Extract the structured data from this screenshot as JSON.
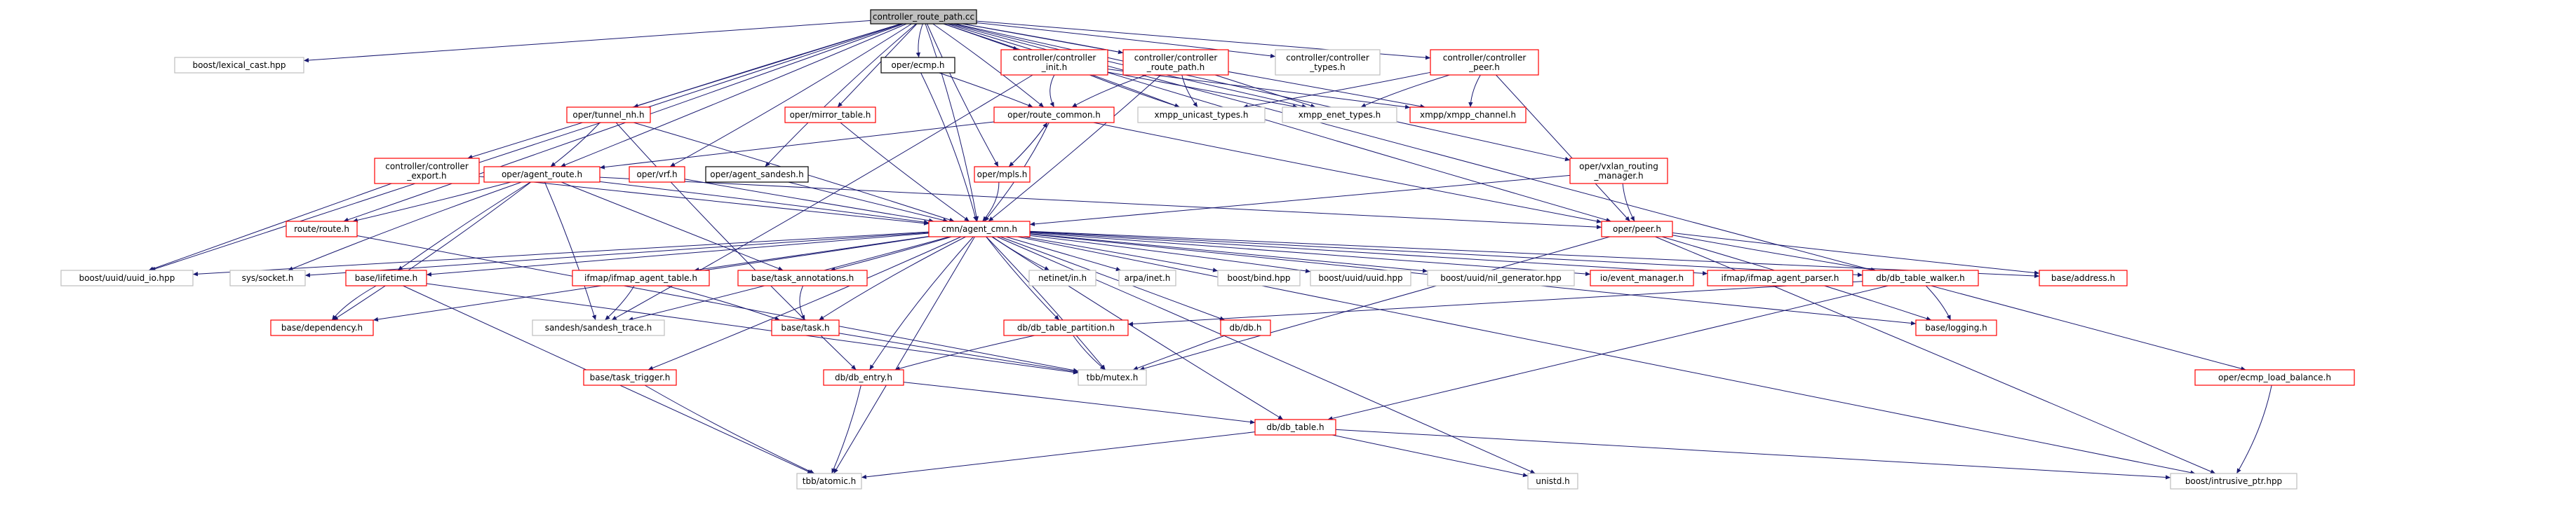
{
  "colors": {
    "root_fill": "#bfbfbf",
    "root_stroke": "#000000",
    "linked_stroke": "#ff0000",
    "plain_stroke": "#000000",
    "external_stroke": "#bfbfbf",
    "edge": "#191970"
  },
  "nodes": [
    {
      "id": "root",
      "lines": [
        "controller_route_path.cc"
      ],
      "kind": "root"
    },
    {
      "id": "lexical",
      "lines": [
        "boost/lexical_cast.hpp"
      ],
      "kind": "external"
    },
    {
      "id": "ecmp",
      "lines": [
        "oper/ecmp.h"
      ],
      "kind": "plain"
    },
    {
      "id": "ctrl_init",
      "lines": [
        "controller/controller",
        "_init.h"
      ],
      "kind": "linked"
    },
    {
      "id": "ctrl_rp",
      "lines": [
        "controller/controller",
        "_route_path.h"
      ],
      "kind": "linked"
    },
    {
      "id": "ctrl_types",
      "lines": [
        "controller/controller",
        "_types.h"
      ],
      "kind": "external"
    },
    {
      "id": "ctrl_peer",
      "lines": [
        "controller/controller",
        "_peer.h"
      ],
      "kind": "linked"
    },
    {
      "id": "tunnel_nh",
      "lines": [
        "oper/tunnel_nh.h"
      ],
      "kind": "linked"
    },
    {
      "id": "mirror",
      "lines": [
        "oper/mirror_table.h"
      ],
      "kind": "linked"
    },
    {
      "id": "route_common",
      "lines": [
        "oper/route_common.h"
      ],
      "kind": "linked"
    },
    {
      "id": "xmpp_unicast",
      "lines": [
        "xmpp_unicast_types.h"
      ],
      "kind": "external"
    },
    {
      "id": "xmpp_enet",
      "lines": [
        "xmpp_enet_types.h"
      ],
      "kind": "external"
    },
    {
      "id": "xmpp_channel",
      "lines": [
        "xmpp/xmpp_channel.h"
      ],
      "kind": "linked"
    },
    {
      "id": "ctrl_export",
      "lines": [
        "controller/controller",
        "_export.h"
      ],
      "kind": "linked"
    },
    {
      "id": "agent_route",
      "lines": [
        "oper/agent_route.h"
      ],
      "kind": "linked"
    },
    {
      "id": "vrf",
      "lines": [
        "oper/vrf.h"
      ],
      "kind": "linked"
    },
    {
      "id": "agent_sandesh",
      "lines": [
        "oper/agent_sandesh.h"
      ],
      "kind": "plain"
    },
    {
      "id": "mpls",
      "lines": [
        "oper/mpls.h"
      ],
      "kind": "linked"
    },
    {
      "id": "vxlan",
      "lines": [
        "oper/vxlan_routing",
        "_manager.h"
      ],
      "kind": "linked"
    },
    {
      "id": "route_h",
      "lines": [
        "route/route.h"
      ],
      "kind": "linked"
    },
    {
      "id": "agent_cmn",
      "lines": [
        "cmn/agent_cmn.h"
      ],
      "kind": "linked"
    },
    {
      "id": "peer",
      "lines": [
        "oper/peer.h"
      ],
      "kind": "linked"
    },
    {
      "id": "uuid_io",
      "lines": [
        "boost/uuid/uuid_io.hpp"
      ],
      "kind": "external"
    },
    {
      "id": "socket",
      "lines": [
        "sys/socket.h"
      ],
      "kind": "external"
    },
    {
      "id": "lifetime",
      "lines": [
        "base/lifetime.h"
      ],
      "kind": "linked"
    },
    {
      "id": "ifmap_table",
      "lines": [
        "ifmap/ifmap_agent_table.h"
      ],
      "kind": "linked"
    },
    {
      "id": "task_annot",
      "lines": [
        "base/task_annotations.h"
      ],
      "kind": "linked"
    },
    {
      "id": "netinet",
      "lines": [
        "netinet/in.h"
      ],
      "kind": "external"
    },
    {
      "id": "arpa",
      "lines": [
        "arpa/inet.h"
      ],
      "kind": "external"
    },
    {
      "id": "bind",
      "lines": [
        "boost/bind.hpp"
      ],
      "kind": "external"
    },
    {
      "id": "uuid_hpp",
      "lines": [
        "boost/uuid/uuid.hpp"
      ],
      "kind": "external"
    },
    {
      "id": "nil_gen",
      "lines": [
        "boost/uuid/nil_generator.hpp"
      ],
      "kind": "external"
    },
    {
      "id": "event_mgr",
      "lines": [
        "io/event_manager.h"
      ],
      "kind": "linked"
    },
    {
      "id": "ifmap_parser",
      "lines": [
        "ifmap/ifmap_agent_parser.h"
      ],
      "kind": "linked"
    },
    {
      "id": "walker",
      "lines": [
        "db/db_table_walker.h"
      ],
      "kind": "linked"
    },
    {
      "id": "address",
      "lines": [
        "base/address.h"
      ],
      "kind": "linked"
    },
    {
      "id": "dependency",
      "lines": [
        "base/dependency.h"
      ],
      "kind": "linked"
    },
    {
      "id": "sandesh_trace",
      "lines": [
        "sandesh/sandesh_trace.h"
      ],
      "kind": "external"
    },
    {
      "id": "task",
      "lines": [
        "base/task.h"
      ],
      "kind": "linked"
    },
    {
      "id": "partition",
      "lines": [
        "db/db_table_partition.h"
      ],
      "kind": "linked"
    },
    {
      "id": "db",
      "lines": [
        "db/db.h"
      ],
      "kind": "linked"
    },
    {
      "id": "logging",
      "lines": [
        "base/logging.h"
      ],
      "kind": "linked"
    },
    {
      "id": "mutex",
      "lines": [
        "tbb/mutex.h"
      ],
      "kind": "external"
    },
    {
      "id": "task_trigger",
      "lines": [
        "base/task_trigger.h"
      ],
      "kind": "linked"
    },
    {
      "id": "db_entry",
      "lines": [
        "db/db_entry.h"
      ],
      "kind": "linked"
    },
    {
      "id": "ecmp_lb",
      "lines": [
        "oper/ecmp_load_balance.h"
      ],
      "kind": "linked"
    },
    {
      "id": "db_table",
      "lines": [
        "db/db_table.h"
      ],
      "kind": "linked"
    },
    {
      "id": "atomic",
      "lines": [
        "tbb/atomic.h"
      ],
      "kind": "external"
    },
    {
      "id": "unistd",
      "lines": [
        "unistd.h"
      ],
      "kind": "external"
    },
    {
      "id": "intrusive",
      "lines": [
        "boost/intrusive_ptr.hpp"
      ],
      "kind": "external"
    }
  ],
  "edges": [
    [
      "root",
      "lexical"
    ],
    [
      "root",
      "ecmp"
    ],
    [
      "root",
      "ctrl_init"
    ],
    [
      "root",
      "ctrl_rp"
    ],
    [
      "root",
      "ctrl_types"
    ],
    [
      "root",
      "ctrl_peer"
    ],
    [
      "root",
      "tunnel_nh"
    ],
    [
      "root",
      "mirror"
    ],
    [
      "root",
      "route_common"
    ],
    [
      "root",
      "xmpp_unicast"
    ],
    [
      "root",
      "xmpp_enet"
    ],
    [
      "root",
      "xmpp_channel"
    ],
    [
      "root",
      "ctrl_export"
    ],
    [
      "root",
      "agent_route"
    ],
    [
      "root",
      "vrf"
    ],
    [
      "root",
      "agent_sandesh"
    ],
    [
      "root",
      "mpls"
    ],
    [
      "root",
      "vxlan"
    ],
    [
      "root",
      "route_h"
    ],
    [
      "root",
      "agent_cmn"
    ],
    [
      "root",
      "peer"
    ],
    [
      "root",
      "uuid_io"
    ],
    [
      "root",
      "ecmp_lb"
    ],
    [
      "ecmp",
      "route_common"
    ],
    [
      "ecmp",
      "agent_cmn"
    ],
    [
      "ctrl_init",
      "route_common"
    ],
    [
      "ctrl_init",
      "xmpp_unicast"
    ],
    [
      "ctrl_init",
      "xmpp_enet"
    ],
    [
      "ctrl_init",
      "xmpp_channel"
    ],
    [
      "ctrl_init",
      "sandesh_trace"
    ],
    [
      "ctrl_rp",
      "route_common"
    ],
    [
      "ctrl_rp",
      "xmpp_unicast"
    ],
    [
      "ctrl_rp",
      "xmpp_enet"
    ],
    [
      "ctrl_rp",
      "agent_cmn"
    ],
    [
      "ctrl_peer",
      "xmpp_unicast"
    ],
    [
      "ctrl_peer",
      "xmpp_enet"
    ],
    [
      "ctrl_peer",
      "xmpp_channel"
    ],
    [
      "ctrl_peer",
      "peer"
    ],
    [
      "tunnel_nh",
      "agent_route"
    ],
    [
      "tunnel_nh",
      "agent_cmn"
    ],
    [
      "tunnel_nh",
      "db_entry"
    ],
    [
      "mirror",
      "agent_cmn"
    ],
    [
      "route_common",
      "agent_route"
    ],
    [
      "route_common",
      "mpls"
    ],
    [
      "route_common",
      "agent_cmn"
    ],
    [
      "route_common",
      "peer"
    ],
    [
      "ctrl_export",
      "agent_cmn"
    ],
    [
      "ctrl_export",
      "uuid_io"
    ],
    [
      "agent_route",
      "route_h"
    ],
    [
      "agent_route",
      "agent_cmn"
    ],
    [
      "agent_route",
      "socket"
    ],
    [
      "agent_route",
      "lifetime"
    ],
    [
      "agent_route",
      "task_annot"
    ],
    [
      "agent_route",
      "sandesh_trace"
    ],
    [
      "agent_route",
      "dependency"
    ],
    [
      "agent_route",
      "peer"
    ],
    [
      "vrf",
      "agent_cmn"
    ],
    [
      "agent_sandesh",
      "agent_cmn"
    ],
    [
      "mpls",
      "route_common"
    ],
    [
      "mpls",
      "agent_cmn"
    ],
    [
      "vxlan",
      "agent_cmn"
    ],
    [
      "vxlan",
      "peer"
    ],
    [
      "route_h",
      "mutex"
    ],
    [
      "agent_cmn",
      "uuid_io"
    ],
    [
      "agent_cmn",
      "socket"
    ],
    [
      "agent_cmn",
      "lifetime"
    ],
    [
      "agent_cmn",
      "dependency"
    ],
    [
      "agent_cmn",
      "ifmap_table"
    ],
    [
      "agent_cmn",
      "task_annot"
    ],
    [
      "agent_cmn",
      "sandesh_trace"
    ],
    [
      "agent_cmn",
      "task"
    ],
    [
      "agent_cmn",
      "netinet"
    ],
    [
      "agent_cmn",
      "arpa"
    ],
    [
      "agent_cmn",
      "bind"
    ],
    [
      "agent_cmn",
      "uuid_hpp"
    ],
    [
      "agent_cmn",
      "nil_gen"
    ],
    [
      "agent_cmn",
      "event_mgr"
    ],
    [
      "agent_cmn",
      "ifmap_parser"
    ],
    [
      "agent_cmn",
      "walker"
    ],
    [
      "agent_cmn",
      "address"
    ],
    [
      "agent_cmn",
      "logging"
    ],
    [
      "agent_cmn",
      "partition"
    ],
    [
      "agent_cmn",
      "db"
    ],
    [
      "agent_cmn",
      "mutex"
    ],
    [
      "agent_cmn",
      "task_trigger"
    ],
    [
      "agent_cmn",
      "db_entry"
    ],
    [
      "agent_cmn",
      "db_table"
    ],
    [
      "agent_cmn",
      "atomic"
    ],
    [
      "agent_cmn",
      "unistd"
    ],
    [
      "agent_cmn",
      "intrusive"
    ],
    [
      "peer",
      "address"
    ],
    [
      "peer",
      "walker"
    ],
    [
      "peer",
      "mutex"
    ],
    [
      "peer",
      "intrusive"
    ],
    [
      "peer",
      "logging"
    ],
    [
      "lifetime",
      "dependency"
    ],
    [
      "lifetime",
      "mutex"
    ],
    [
      "lifetime",
      "atomic"
    ],
    [
      "ifmap_table",
      "sandesh_trace"
    ],
    [
      "ifmap_table",
      "task"
    ],
    [
      "task_annot",
      "task"
    ],
    [
      "task",
      "mutex"
    ],
    [
      "walker",
      "db_table"
    ],
    [
      "walker",
      "logging"
    ],
    [
      "walker",
      "partition"
    ],
    [
      "partition",
      "db_entry"
    ],
    [
      "partition",
      "mutex"
    ],
    [
      "db",
      "mutex"
    ],
    [
      "db_entry",
      "atomic"
    ],
    [
      "db_entry",
      "db_table"
    ],
    [
      "task_trigger",
      "atomic"
    ],
    [
      "db_table",
      "atomic"
    ],
    [
      "db_table",
      "unistd"
    ],
    [
      "db_table",
      "intrusive"
    ],
    [
      "ecmp_lb",
      "intrusive"
    ]
  ]
}
